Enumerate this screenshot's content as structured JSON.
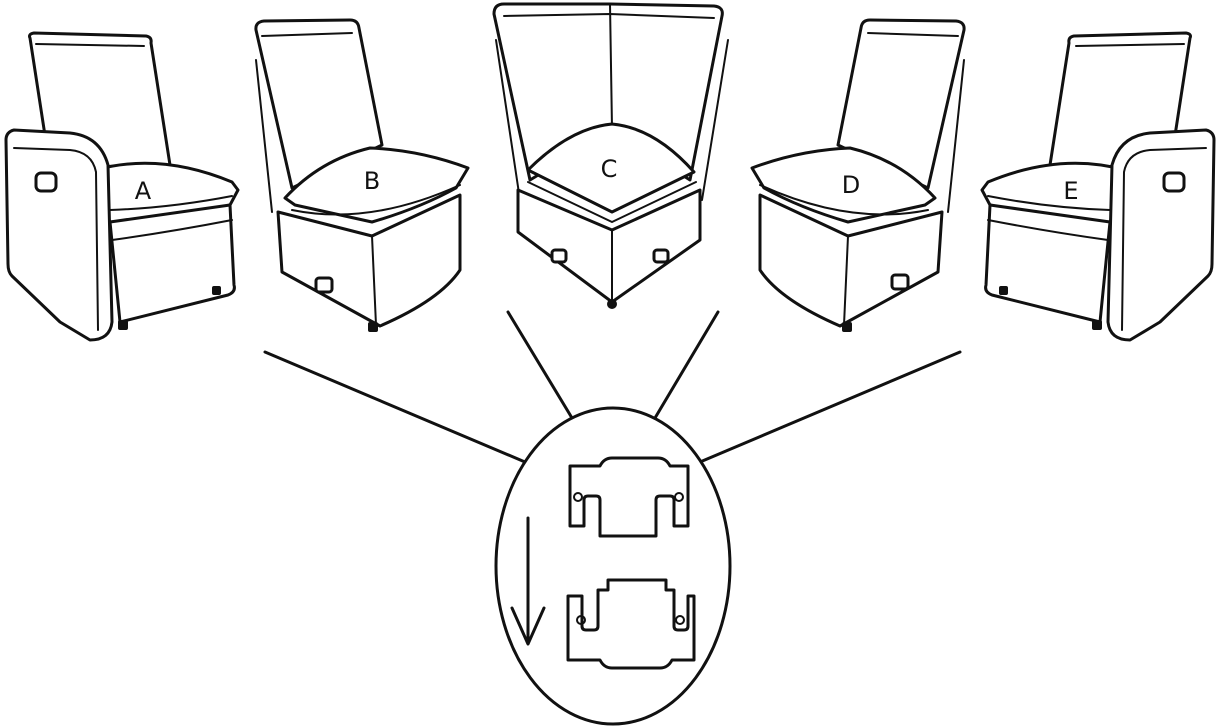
{
  "modules": [
    {
      "id": "armchair-left",
      "label": "A"
    },
    {
      "id": "armless-left",
      "label": "B"
    },
    {
      "id": "corner",
      "label": "C"
    },
    {
      "id": "armless-right",
      "label": "D"
    },
    {
      "id": "armchair-right",
      "label": "E"
    }
  ],
  "detail": {
    "bracket_icon": "connector-bracket",
    "arrow_icon": "down-arrow"
  },
  "colors": {
    "line": "#111111",
    "background": "#ffffff"
  }
}
